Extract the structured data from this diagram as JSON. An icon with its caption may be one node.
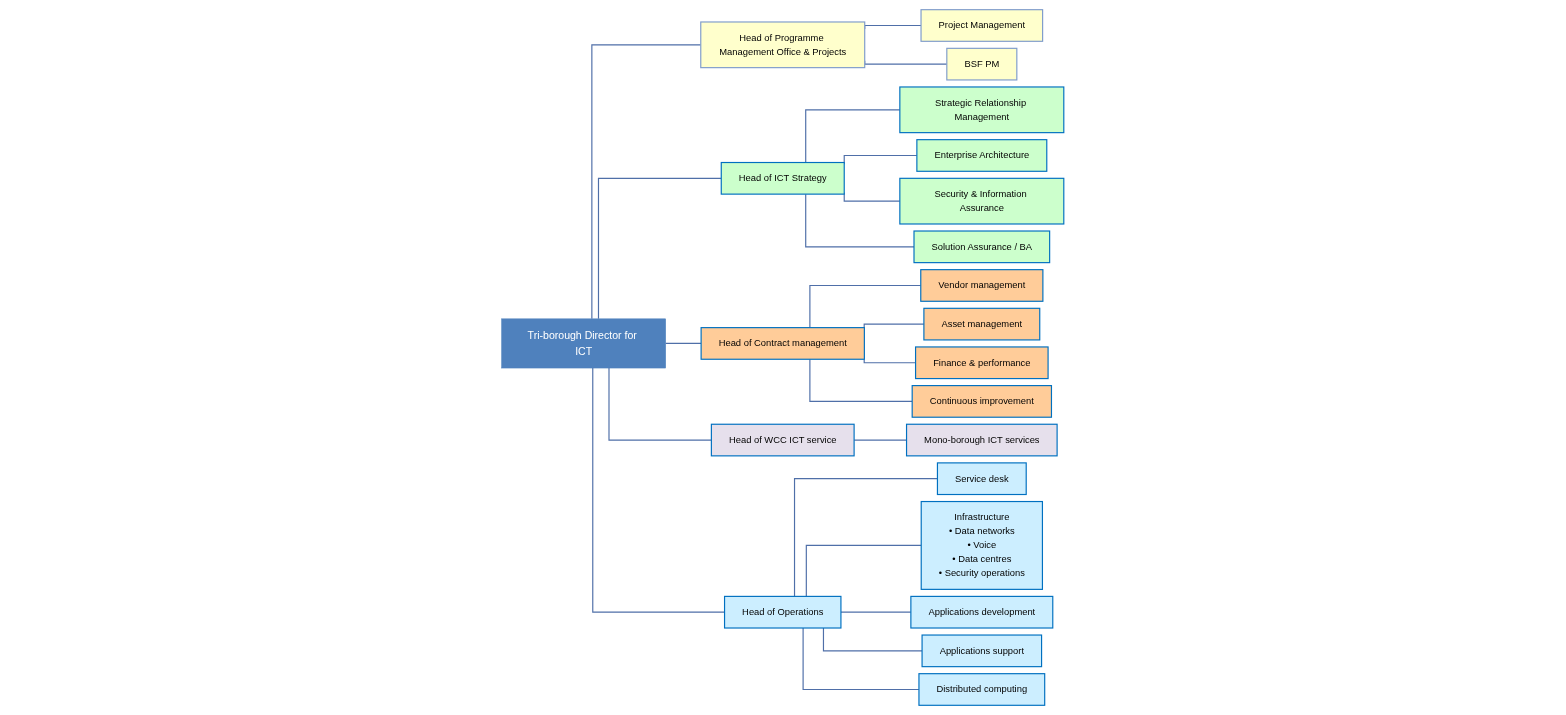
{
  "diagram": {
    "nodes": [
      {
        "text": [
          "Tri-borough Director for ICT"
        ]
      },
      {
        "text": [
          "Head of Programme Management Office & Projects"
        ]
      },
      {
        "text": [
          "Project Management"
        ]
      },
      {
        "text": [
          "BSF PM"
        ]
      },
      {
        "text": [
          "Head of ICT Strategy"
        ]
      },
      {
        "text": [
          "Strategic Relationship Management"
        ]
      },
      {
        "text": [
          "Enterprise Architecture"
        ]
      },
      {
        "text": [
          "Security & Information Assurance"
        ]
      },
      {
        "text": [
          "Solution Assurance / BA"
        ]
      },
      {
        "text": [
          "Head of Contract management"
        ]
      },
      {
        "text": [
          "Vendor management"
        ]
      },
      {
        "text": [
          "Asset management"
        ]
      },
      {
        "text": [
          "Finance & performance"
        ]
      },
      {
        "text": [
          "Continuous improvement"
        ]
      },
      {
        "text": [
          "Head of WCC ICT service"
        ]
      },
      {
        "text": [
          "Mono-borough ICT services"
        ]
      },
      {
        "text": [
          "Head of Operations"
        ]
      },
      {
        "text": [
          "Service desk"
        ]
      },
      {
        "text": [
          "Infrastructure",
          "• Data networks",
          "• Voice",
          "• Data centres",
          "• Security operations"
        ]
      },
      {
        "text": [
          "Applications development"
        ]
      },
      {
        "text": [
          "Applications support"
        ]
      },
      {
        "text": [
          "Distributed computing"
        ]
      }
    ],
    "edges": [
      {
        "from": 0,
        "to": 1,
        "arrow": "none"
      },
      {
        "from": 0,
        "to": 4,
        "arrow": "none"
      },
      {
        "from": 0,
        "to": 9,
        "arrow": "none"
      },
      {
        "from": 0,
        "to": 14,
        "arrow": "none"
      },
      {
        "from": 0,
        "to": 16,
        "arrow": "none"
      },
      {
        "from": 1,
        "to": 2,
        "arrow": "none"
      },
      {
        "from": 1,
        "to": 3,
        "arrow": "none"
      },
      {
        "from": 4,
        "to": 5,
        "arrow": "none"
      },
      {
        "from": 4,
        "to": 6,
        "arrow": "none"
      },
      {
        "from": 4,
        "to": 7,
        "arrow": "none"
      },
      {
        "from": 4,
        "to": 8,
        "arrow": "none"
      },
      {
        "from": 9,
        "to": 10,
        "arrow": "none"
      },
      {
        "from": 9,
        "to": 11,
        "arrow": "none"
      },
      {
        "from": 9,
        "to": 12,
        "arrow": "none"
      },
      {
        "from": 9,
        "to": 13,
        "arrow": "none"
      },
      {
        "from": 14,
        "to": 15,
        "arrow": "none"
      },
      {
        "from": 16,
        "to": 17,
        "arrow": "none"
      },
      {
        "from": 16,
        "to": 18,
        "arrow": "none"
      },
      {
        "from": 16,
        "to": 19,
        "arrow": "none"
      },
      {
        "from": 16,
        "to": 20,
        "arrow": "none"
      },
      {
        "from": 16,
        "to": 21,
        "arrow": "none"
      }
    ]
  }
}
